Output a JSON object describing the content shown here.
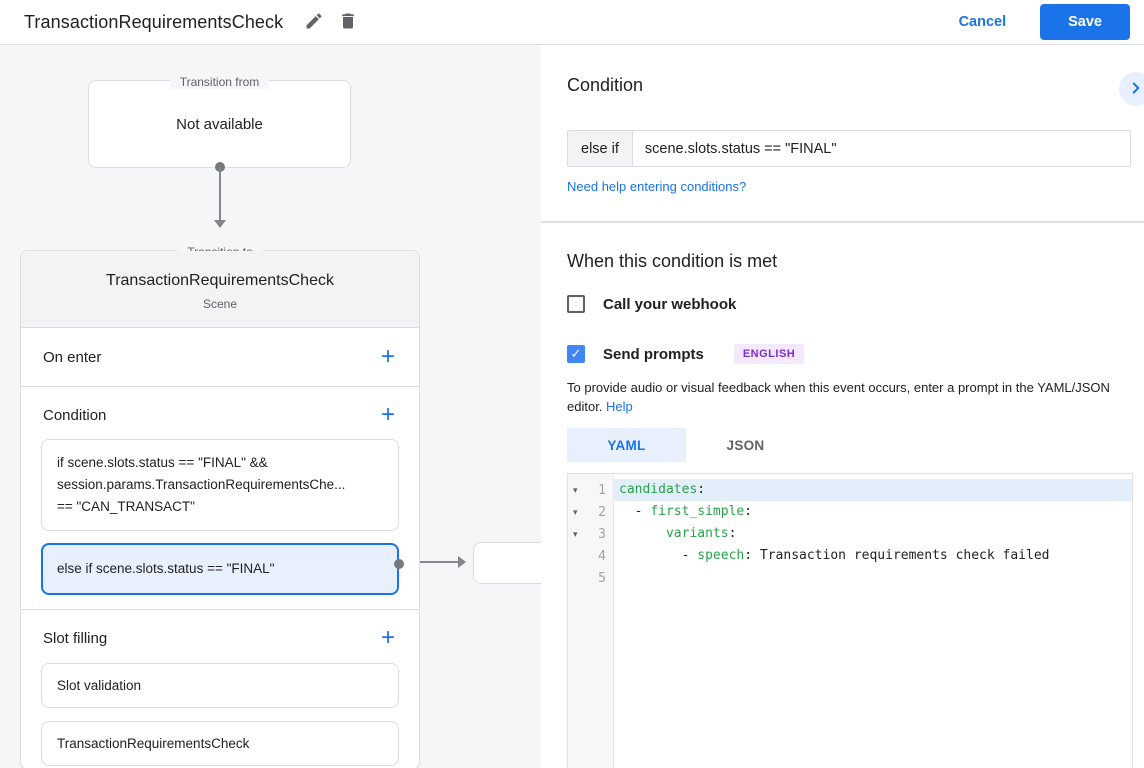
{
  "colors": {
    "accent": "#1a73e8",
    "selection_bg": "#e8f0fe",
    "code_key_green": "#27a348",
    "checkbox_checked": "#4285f4",
    "badge_bg": "#f3e8fd",
    "badge_text": "#7d2eca",
    "canvas_bg": "#f5f6f8"
  },
  "icons": {
    "add": "+",
    "check": "✓",
    "fold_open": "▾"
  },
  "header": {
    "title": "TransactionRequirementsCheck",
    "cancel_label": "Cancel",
    "save_label": "Save"
  },
  "canvas": {
    "transition_from": {
      "legend": "Transition from",
      "content": "Not available"
    },
    "transition_to": {
      "legend": "Transition to",
      "title": "TransactionRequirementsCheck",
      "subtitle": "Scene",
      "on_enter": {
        "label": "On enter"
      },
      "condition": {
        "label": "Condition",
        "item1_line1": "if scene.slots.status == \"FINAL\" &&",
        "item1_line2": "session.params.TransactionRequirementsChe...",
        "item1_line3": "== \"CAN_TRANSACT\"",
        "item2": "else if scene.slots.status == \"FINAL\""
      },
      "slot_filling": {
        "label": "Slot filling",
        "item1": "Slot validation",
        "item2": "TransactionRequirementsCheck"
      }
    }
  },
  "panel": {
    "heading": "Condition",
    "else_if_label": "else if",
    "condition_value": "scene.slots.status == \"FINAL\"",
    "help_link": "Need help entering conditions?",
    "when_met_heading": "When this condition is met",
    "webhook_label": "Call your webhook",
    "send_prompts_label": "Send prompts",
    "language_badge": "ENGLISH",
    "hint_text": "To provide audio or visual feedback when this event occurs, enter a prompt in the YAML/JSON editor. ",
    "hint_link": "Help",
    "tab_yaml": "YAML",
    "tab_json": "JSON"
  },
  "editor": {
    "gutter": [
      {
        "fold": "▾",
        "num": "1"
      },
      {
        "fold": "▾",
        "num": "2"
      },
      {
        "fold": "▾",
        "num": "3"
      },
      {
        "fold": "",
        "num": "4"
      },
      {
        "fold": "",
        "num": "5"
      }
    ],
    "lines": [
      {
        "pre": "",
        "key": "candidates",
        "post": ":"
      },
      {
        "pre": "  - ",
        "key": "first_simple",
        "post": ":"
      },
      {
        "pre": "      ",
        "key": "variants",
        "post": ":"
      },
      {
        "pre": "        - ",
        "key": "speech",
        "post": ": Transaction requirements check failed"
      },
      {
        "pre": "",
        "key": "",
        "post": ""
      }
    ]
  }
}
